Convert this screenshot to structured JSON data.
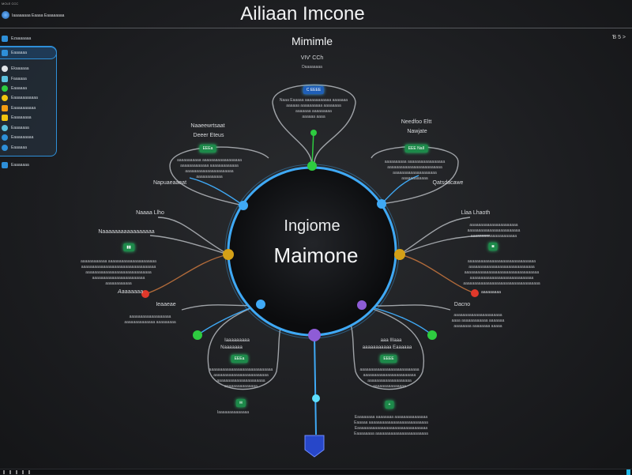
{
  "window": {
    "title": "Ailiaan Imcone",
    "app_label": "Iaaaaaaaa Eaaaa Eaaaaaaaa",
    "top_label": "MOLE CCC",
    "top_right": "Ɓ 5 >"
  },
  "sidebar": {
    "items": [
      {
        "label": "Ezaaaaaaa",
        "color": "#2e8fd8"
      },
      {
        "label": "Eaaaaaa",
        "color": "#2e8fd8"
      },
      {
        "label": "Ekaaaaaa",
        "color": "#e0e4e8"
      },
      {
        "label": "Faaaaaa",
        "color": "#5bc0de"
      },
      {
        "label": "Eaaaaaa",
        "color": "#2ecc40"
      },
      {
        "label": "Eaaaaaaaaaaa",
        "color": "#f1c40f"
      },
      {
        "label": "Eaaaaaaaaaa",
        "color": "#f39c12"
      },
      {
        "label": "Eaaaaaaaa",
        "color": "#f1c40f"
      },
      {
        "label": "Eaaaaaaa",
        "color": "#5bc0de"
      },
      {
        "label": "Eaaaaaaaaa",
        "color": "#2e8fd8"
      },
      {
        "label": "Eaaaaaa",
        "color": "#2e8fd8"
      },
      {
        "label": "Eaaaaaaa",
        "color": "#2e8fd8"
      }
    ]
  },
  "map": {
    "subtitle": "Mimimle",
    "top": {
      "title": "VIV' CCh",
      "sub": "Daaaaaaaa",
      "badge": "C EEEE",
      "lines": [
        "Naaa Eaaaaa aaaaaaaaaaaa aaaaaaa",
        "aaaaaa aaaaaaaaaa aaaaaaaa",
        "aaaaaaa aaaaaaaaa",
        "aaaaaa aaaa"
      ]
    },
    "center": {
      "line1": "Ingiome",
      "line2": "Maimone"
    },
    "upper_left": {
      "title": "Naaeewrtsaat",
      "sub": "Deeer Eteus",
      "badge": "EEEa",
      "lines": [
        "aaaaaaaaaaa aaaaaaaaaaaaaaaaaa",
        "aaaaaaaaaaaaa aaaaaaaaaaaaa",
        "aaaaaaaaaaaaaaaaaaaaaa",
        "aaaaaaaaaaaa"
      ],
      "label": "Napuaeaaeat"
    },
    "upper_right": {
      "title": "Needfoo Eltt",
      "sub": "Nawjate",
      "badge": "EEE NaII",
      "lines": [
        "aaaaaaaaaa aaaaaaaaaaaaaaaaa",
        "aaaaaaaaaaaaaaaaaaaaaaaaa",
        "aaaaaaaaaaaaaaaaaaaa",
        "aaaaaaaaaaaa"
      ],
      "label": "Qatsdacawe"
    },
    "left": {
      "title": "Naaaa Llho",
      "label2": "Naaaaaaaaaaaaaaaaa",
      "lines": [
        "aaaaaaaaaaaa aaaaaaaaaaaaaaaaaaaaaa",
        "aaaaaaaaaaaaaaaaaaaaaaaaaaaaaaaaaa",
        "aaaaaaaaaaaaaaaaaaaaaaaaaaaaaa",
        "aaaaaaaaaaaaaaaaaaaaaaaa",
        "aaaaaaaaaaaa"
      ],
      "red_label": "Aaaaaaaa",
      "lower": "Ieaaeae",
      "lower_lines": [
        "aaaaaaaaaaaaaaaaaaa",
        "aaaaaaaaaaaaaa aaaaaaaaa"
      ]
    },
    "right": {
      "title": "Llaa Lhaoth",
      "lines": [
        "aaaaaaaaaaaaaaaaaaaaaa",
        "aaaaaaaaaaaaaaaaaaaaaaaa",
        "aaaaaaaaaaaaaaaaaaaaa"
      ],
      "lines2": [
        "aaaaaaaaaaaaaaaaaaaaaaaaaaaaaaa",
        "aaaaaaaaaaaaaaaaaaaaaaaaaaaaaa",
        "aaaaaaaaaaaaaaaaaaaaaaaaaaaaaaaaaa",
        "aaaaaaaaaaaaaaaaaaaaaaaaaaaaa",
        "aaaaaaaaaaaaaaaaaaaaaaaaaaaaaaaaaaa"
      ],
      "red_label": "aaaaaaaaa",
      "lower": "Dacno",
      "lower_lines": [
        "aaaaaaaaaaaaaaaaaaaaaa",
        "aaaa aaaaaaaaaaaa aaaaaaa",
        "aaaaaaaa aaaaaaaa aaaaa"
      ]
    },
    "lower_left": {
      "title": "Iaaaaaaaaa",
      "sub": "Naaaaaaa",
      "badge": "EEEa",
      "lines": [
        "aaaaaaaaaaaaaaaaaaaaaaaaaaaaa",
        "aaaaaaaaaaaaaaaaaaaaaaaaa",
        "aaaaaaaaaaaaaaaaaaaaaa",
        "aaaaaaaaaaaaaaa"
      ],
      "label": "Iaaaaaaaaaaaaaa"
    },
    "lower_right": {
      "title": "aaa IIIaaa",
      "sub": "aaaaaaaaaaa Eaaaaaa",
      "badge": "EEEE",
      "lines": [
        "aaaaaaaaaaaaaaaaaaaaaaaaaaa",
        "aaaaaaaaaaaaaaaaaaaaaaaa",
        "aaaaaaaaaaaaaaaaaaaa",
        "aaaaaaaaaaaaaaa"
      ],
      "lines2": [
        "Eaaaaaaaa aaaaaaaa aaaaaaaaaaaaaaa",
        "Eaaaaa aaaaaaaaaaaaaaaaaaaaaaaaaaa",
        "Eaaaaaaaaaaaaaaaaaaaaaaaaaaaaaaaa",
        "Eaaaaaaaa aaaaaaaaaaaaaaaaaaaaaaaa"
      ]
    }
  },
  "colors": {
    "accent": "#2e8fd8",
    "green": "#2ecc40",
    "yellow": "#d4a017",
    "red": "#e0392b",
    "purple": "#8e5cd6"
  }
}
